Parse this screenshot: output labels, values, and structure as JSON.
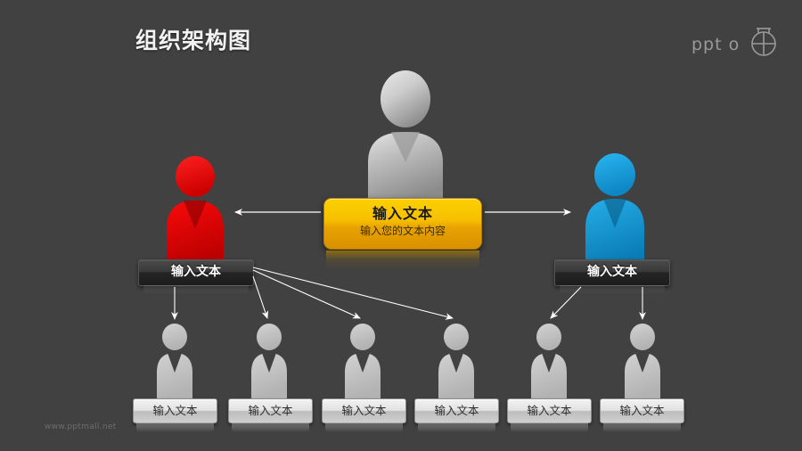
{
  "slide": {
    "title": "组织架构图",
    "background_color": "#414141",
    "watermark": "www.pptmall.net",
    "logo_text": "ppt o"
  },
  "callout": {
    "title": "输入文本",
    "subtitle": "输入您的文本内容",
    "accent_color": "#f7c000"
  },
  "tier1": {
    "figure_color": "#b8b8b8"
  },
  "tier2": [
    {
      "label": "输入文本",
      "figure_color": "#e60000",
      "side": "left"
    },
    {
      "label": "输入文本",
      "figure_color": "#1aa3dd",
      "side": "right"
    }
  ],
  "tier3": [
    {
      "label": "输入文本",
      "figure_color": "#c2c2c2"
    },
    {
      "label": "输入文本",
      "figure_color": "#c2c2c2"
    },
    {
      "label": "输入文本",
      "figure_color": "#c2c2c2"
    },
    {
      "label": "输入文本",
      "figure_color": "#c2c2c2"
    },
    {
      "label": "输入文本",
      "figure_color": "#c2c2c2"
    },
    {
      "label": "输入文本",
      "figure_color": "#c2c2c2"
    }
  ]
}
